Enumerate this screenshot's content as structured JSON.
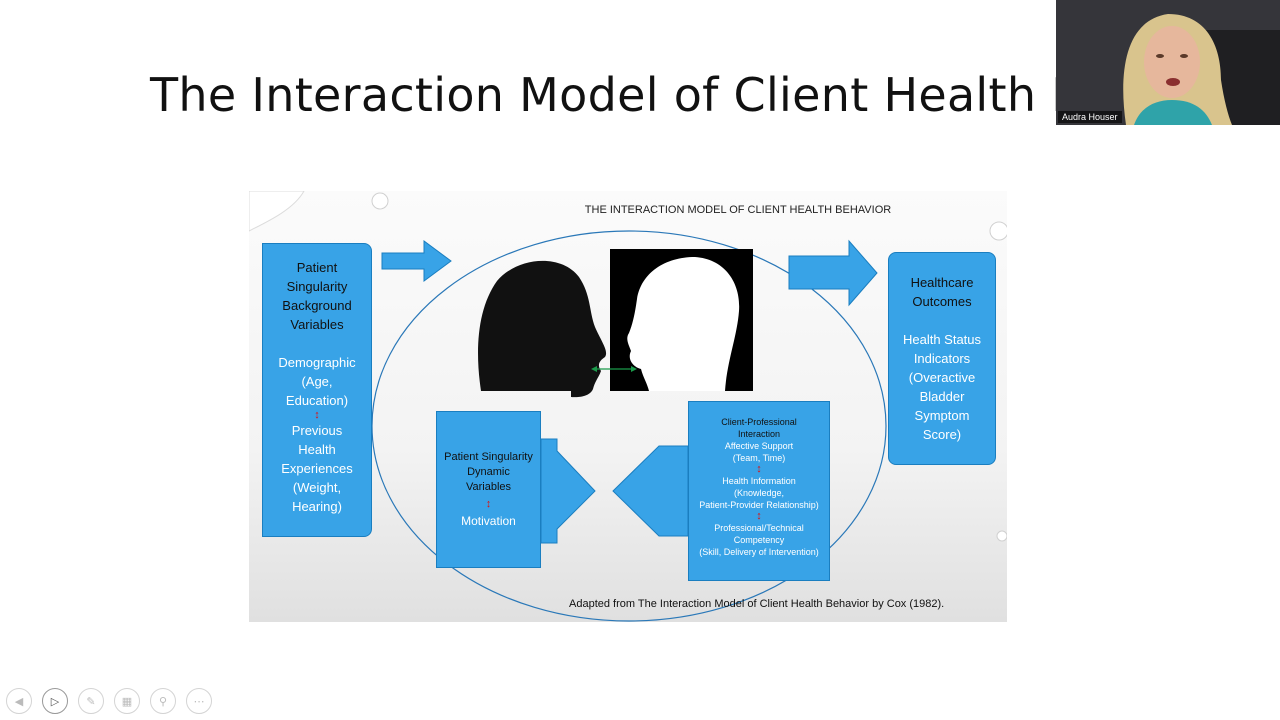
{
  "slide": {
    "title": "The Interaction Model of Client Health Beh"
  },
  "webcam": {
    "participant_name": "Audra Houser"
  },
  "figure": {
    "title": "THE INTERACTION MODEL OF CLIENT HEALTH BEHAVIOR",
    "left_box": {
      "heading": [
        "Patient",
        "Singularity",
        "Background",
        "Variables"
      ],
      "demographic": [
        "Demographic",
        "(Age,",
        "Education)"
      ],
      "previous": [
        "Previous",
        "Health",
        "Experiences",
        "(Weight,",
        "Hearing)"
      ]
    },
    "right_box": {
      "heading": [
        "Healthcare",
        "Outcomes"
      ],
      "indicators": [
        "Health Status",
        "Indicators",
        "(Overactive",
        "Bladder",
        "Symptom",
        "Score)"
      ]
    },
    "mid_left_box": {
      "heading": [
        "Patient Singularity",
        "Dynamic",
        "Variables"
      ],
      "motivation": "Motivation"
    },
    "mid_right_box": {
      "heading": [
        "Client-Professional",
        "Interaction"
      ],
      "affective": [
        "Affective Support",
        "(Team, Time)"
      ],
      "health_info": [
        "Health Information",
        "(Knowledge,",
        "Patient-Provider Relationship)"
      ],
      "competency": [
        "Professional/Technical",
        "Competency",
        "(Skill, Delivery of Intervention)"
      ]
    },
    "footnote": "Adapted from The Interaction Model of Client Health Behavior by Cox (1982)."
  },
  "colors": {
    "box_blue": "#38a3e7",
    "box_border": "#1a7ec0",
    "ellipse": "#2a78b8",
    "double_arrow_green": "#1a9a4a",
    "double_arrow_red": "#d11111"
  },
  "toolbar": {
    "buttons": [
      "back-arrow-icon",
      "play-icon",
      "pen-icon",
      "slides-icon",
      "zoom-icon",
      "more-icon"
    ]
  }
}
